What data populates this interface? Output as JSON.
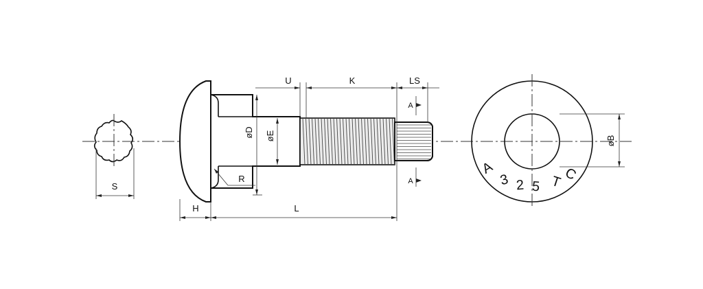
{
  "dimensions": {
    "S": "S",
    "H": "H",
    "L": "L",
    "U": "U",
    "K": "K",
    "LS": "LS",
    "D": "øD",
    "E": "øE",
    "R": "R",
    "B": "øB"
  },
  "section_marks": {
    "top": "A",
    "bottom": "A"
  },
  "washer_marking": [
    "A",
    "3",
    "2",
    "5",
    "T",
    "C"
  ]
}
